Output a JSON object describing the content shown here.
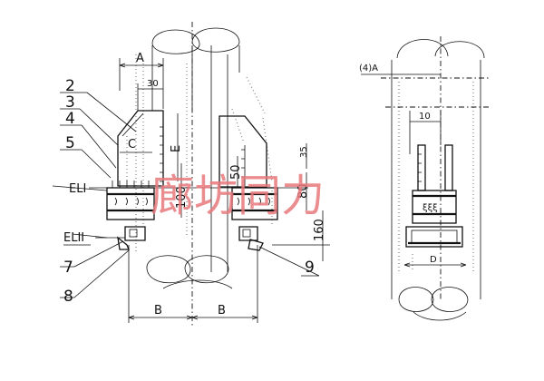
{
  "labels": {
    "dim_A": "A",
    "dim_30": "30",
    "dim_C": "C",
    "dim_E": "E",
    "dim_50": "50",
    "dim_100": "100",
    "dim_80": "80",
    "dim_160": "160",
    "dim_B_left": "B",
    "dim_B_right": "B",
    "dim_35": "35",
    "dim_4A": "(4)A",
    "dim_10": "10",
    "dim_D": "D",
    "el_upper": "ELI",
    "el_lower": "ELII",
    "callout_2": "2",
    "callout_3": "3",
    "callout_4": "4",
    "callout_5": "5",
    "callout_7": "7",
    "callout_8": "8",
    "callout_9": "9",
    "tie_marks": "ξξξ"
  },
  "watermark": "廊坊同力",
  "colors": {
    "line": "#111111",
    "watermark": "#e8787c",
    "background": "#ffffff"
  }
}
